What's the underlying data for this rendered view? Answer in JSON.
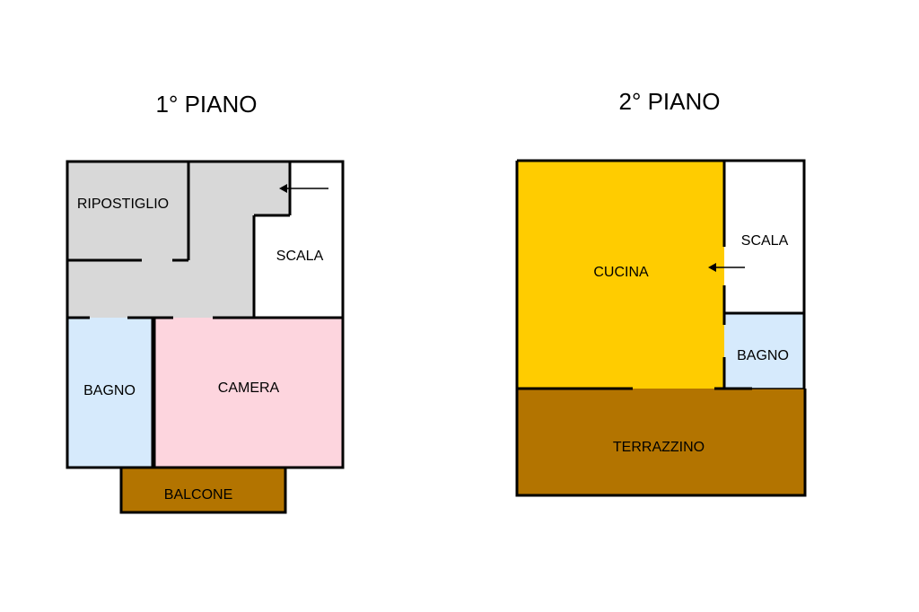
{
  "floors": [
    {
      "title": "1° PIANO",
      "rooms": {
        "ripostiglio": "RIPOSTIGLIO",
        "scala": "SCALA",
        "bagno": "BAGNO",
        "camera": "CAMERA",
        "balcone": "BALCONE"
      }
    },
    {
      "title": "2° PIANO",
      "rooms": {
        "cucina": "CUCINA",
        "scala": "SCALA",
        "bagno": "BAGNO",
        "terrazzino": "TERRAZZINO"
      }
    }
  ],
  "colors": {
    "wall": "#000000",
    "ripostiglio": "#d8d8d8",
    "scala": "#ffffff",
    "bagno": "#d6eafc",
    "camera": "#fdd5de",
    "balcone": "#b37400",
    "cucina": "#ffcc00",
    "terrazzino": "#b37400"
  }
}
